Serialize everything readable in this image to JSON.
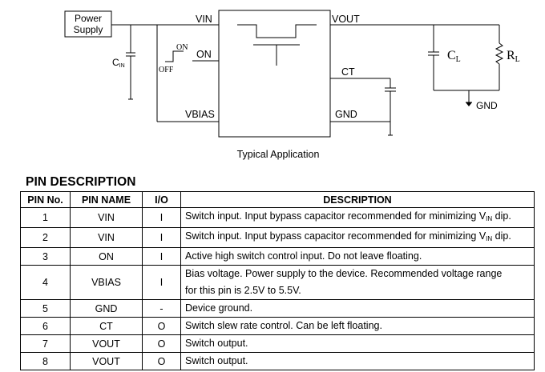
{
  "schematic": {
    "power_supply_lines": [
      "Power",
      "Supply"
    ],
    "vin_label": "VIN",
    "vout_label": "VOUT",
    "on_label": "ON",
    "vbias_label": "VBIAS",
    "ct_label": "CT",
    "gnd_label": "GND",
    "cin_main": "C",
    "cin_sub": "IN",
    "switch_on": "ON",
    "switch_off": "OFF",
    "cl_main": "C",
    "cl_sub": "L",
    "rl_main": "R",
    "rl_sub": "L",
    "load_gnd_label": "GND",
    "caption": "Typical Application"
  },
  "pin_description": {
    "title": "PIN DESCRIPTION",
    "headers": [
      "PIN No.",
      "PIN NAME",
      "I/O",
      "DESCRIPTION"
    ],
    "rows": [
      {
        "pin": "1",
        "name": "VIN",
        "io": "I",
        "desc_pre": "Switch input. Input bypass capacitor recommended for minimizing V",
        "desc_sub": "IN",
        "desc_post": " dip."
      },
      {
        "pin": "2",
        "name": "VIN",
        "io": "I",
        "desc_pre": "Switch input. Input bypass capacitor recommended for minimizing V",
        "desc_sub": "IN",
        "desc_post": " dip."
      },
      {
        "pin": "3",
        "name": "ON",
        "io": "I",
        "desc": "Active high switch control input. Do not leave floating."
      },
      {
        "pin": "4",
        "name": "VBIAS",
        "io": "I",
        "desc_line1": "Bias voltage. Power supply to the device. Recommended voltage range",
        "desc_line2": "for this pin is 2.5V to 5.5V."
      },
      {
        "pin": "5",
        "name": "GND",
        "io": "-",
        "desc": "Device ground."
      },
      {
        "pin": "6",
        "name": "CT",
        "io": "O",
        "desc": "Switch slew rate control. Can be left floating."
      },
      {
        "pin": "7",
        "name": "VOUT",
        "io": "O",
        "desc": "Switch output."
      },
      {
        "pin": "8",
        "name": "VOUT",
        "io": "O",
        "desc": "Switch output."
      }
    ]
  }
}
